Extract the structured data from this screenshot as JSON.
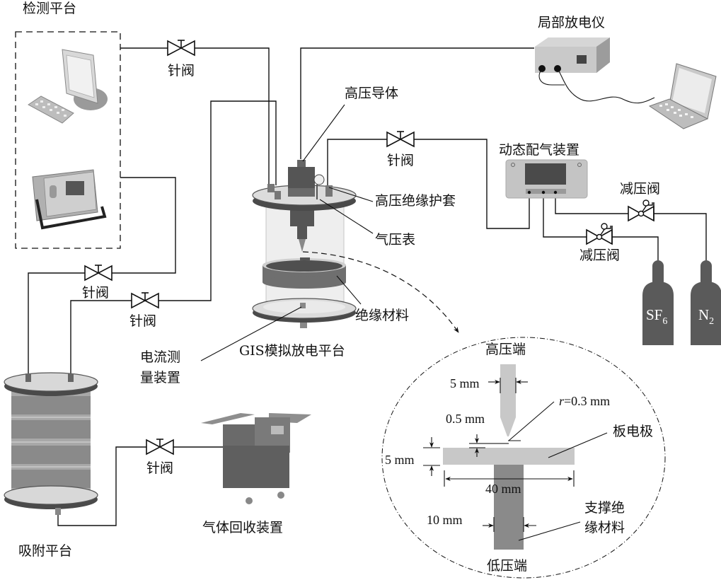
{
  "title": "GIS discharge decomposition experimental system schematic",
  "labels": {
    "detection_platform": "检测平台",
    "partial_discharge_meter": "局部放电仪",
    "hv_conductor": "高压导体",
    "hv_bushing": "高压绝缘护套",
    "pressure_gauge": "气压表",
    "insulation_material": "绝缘材料",
    "gis_platform": "GIS模拟放电平台",
    "current_measure_line1": "电流测",
    "current_measure_line2": "量装置",
    "dynamic_gas_mixer": "动态配气装置",
    "adsorption_platform": "吸附平台",
    "gas_recovery": "气体回收装置"
  },
  "valves": {
    "needle_valve": "针阀",
    "pressure_reducing_valve": "减压阀"
  },
  "cylinders": [
    {
      "name": "SF",
      "sub": "6"
    },
    {
      "name": "N",
      "sub": "2"
    }
  ],
  "detail": {
    "hv_end": "高压端",
    "lv_end": "低压端",
    "needle_width": "5 mm",
    "tip_radius_r": "r",
    "tip_radius_value": "=0.3 mm",
    "gap": "0.5 mm",
    "plate_label": "板电极",
    "plate_thickness": "5 mm",
    "plate_width": "40 mm",
    "support_width": "10 mm",
    "support_line1": "支撑绝",
    "support_line2": "缘材料"
  },
  "colors": {
    "line": "#111111",
    "dark_gray": "#5a5a5a",
    "mid_gray": "#8a8a8a",
    "light_gray": "#c8c8c8",
    "glass": "#eeeeee"
  }
}
